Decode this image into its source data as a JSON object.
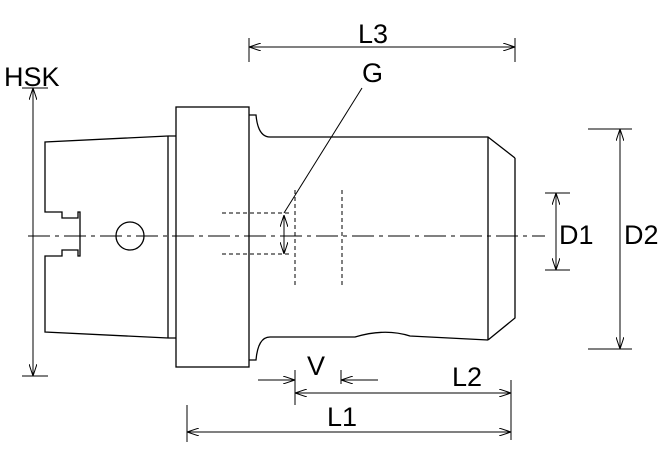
{
  "labels": {
    "hsk": "HSK",
    "l3": "L3",
    "g": "G",
    "d1": "D1",
    "d2": "D2",
    "v": "V",
    "l2": "L2",
    "l1": "L1"
  },
  "colors": {
    "line": "#000000",
    "background": "#ffffff"
  }
}
